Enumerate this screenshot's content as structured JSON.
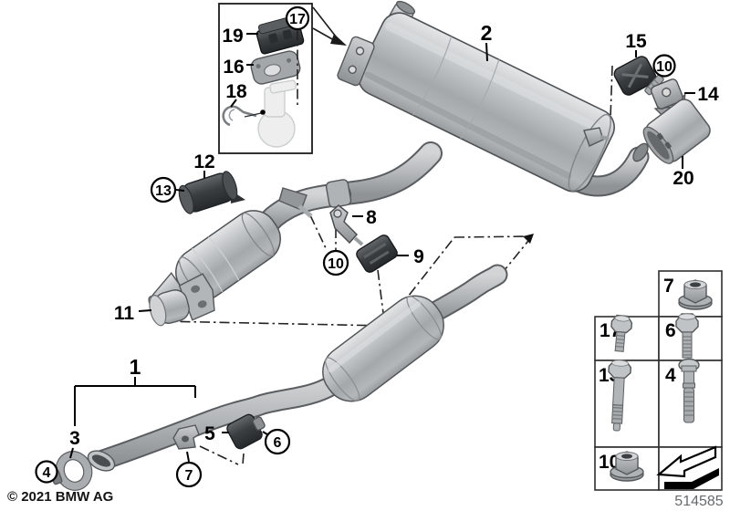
{
  "callouts": {
    "c1": "1",
    "c2": "2",
    "c3": "3",
    "c4": "4",
    "c5": "5",
    "c6": "6",
    "c7": "7",
    "c8": "8",
    "c9": "9",
    "c10": "10",
    "c11": "11",
    "c12": "12",
    "c13": "13",
    "c14": "14",
    "c15": "15",
    "c16": "16",
    "c17": "17",
    "c18": "18",
    "c19": "19",
    "c20": "20"
  },
  "legend": {
    "items": [
      {
        "num": "7",
        "icon": "flange-nut"
      },
      {
        "num": "17",
        "icon": "hex-bolt-short"
      },
      {
        "num": "6",
        "icon": "hex-bolt"
      },
      {
        "num": "13",
        "icon": "hex-bolt-long"
      },
      {
        "num": "4",
        "icon": "shoulder-bolt"
      },
      {
        "num": "10",
        "icon": "flange-nut"
      },
      {
        "num": "",
        "icon": "direction-arrow"
      }
    ]
  },
  "footer": {
    "copyright": "© 2021 BMW AG",
    "sheet_number": "514585"
  }
}
